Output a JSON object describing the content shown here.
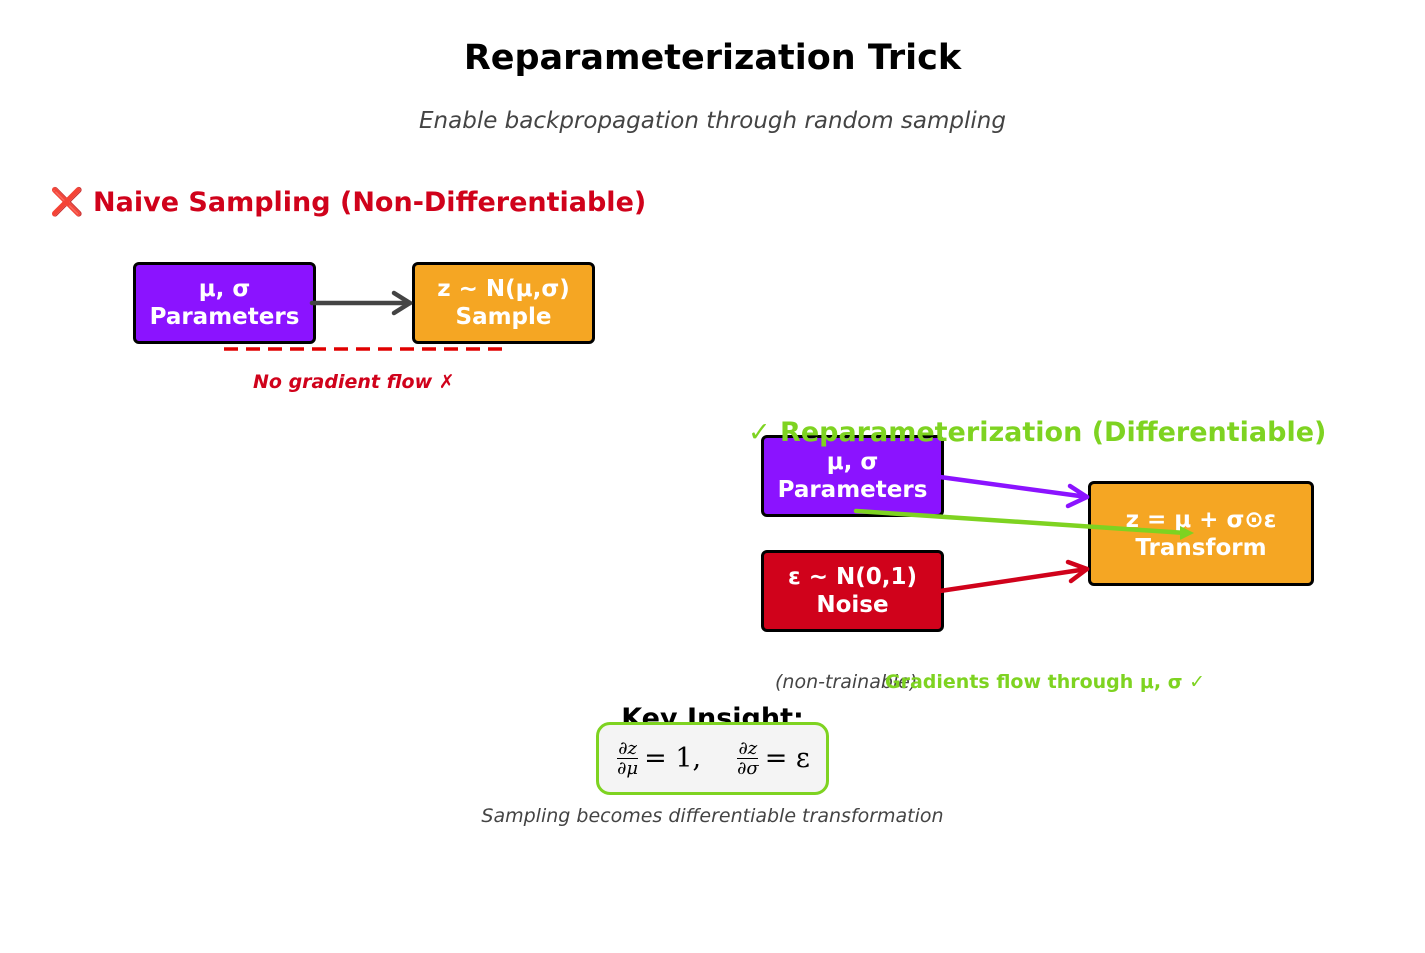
{
  "title": "Reparameterization Trick",
  "subtitle": "Enable backpropagation through random sampling",
  "naive": {
    "heading": "❌ Naive Sampling (Non-Differentiable)",
    "heading_color": "#d0021b",
    "params_box": {
      "line1": "μ, σ",
      "line2": "Parameters",
      "color": "#8b13ff"
    },
    "sample_box": {
      "line1": "z ~ N(μ,σ)",
      "line2": "Sample",
      "color": "#f5a623"
    },
    "no_gradient_note": "No gradient flow ✗"
  },
  "reparam": {
    "heading": "✓ Reparameterization (Differentiable)",
    "heading_color": "#7ed321",
    "params_box": {
      "line1": "μ, σ",
      "line2": "Parameters",
      "color": "#8b13ff"
    },
    "noise_box": {
      "line1": "ε ~ N(0,1)",
      "line2": "Noise",
      "color": "#d0021b"
    },
    "transform_box": {
      "line1": "z = μ + σ⊙ε",
      "line2": "Transform",
      "color": "#f5a623"
    },
    "non_trainable_note": "(non-trainable)",
    "gradient_note": "Gradients flow through μ, σ ✓"
  },
  "insight": {
    "heading": "Key Insight:",
    "formula": {
      "d1_num": "∂z",
      "d1_den": "∂μ",
      "d1_rhs": "= 1,",
      "d2_num": "∂z",
      "d2_den": "∂σ",
      "d2_rhs": "= ε"
    },
    "caption": "Sampling becomes differentiable transformation"
  },
  "colors": {
    "neutral_arrow": "#444444",
    "purple_arrow": "#8b13ff",
    "green_arrow": "#7ed321",
    "red_arrow": "#d0021b",
    "dashed_line": "#e00000"
  },
  "icons": [
    "cross-mark-icon",
    "check-mark-icon"
  ]
}
